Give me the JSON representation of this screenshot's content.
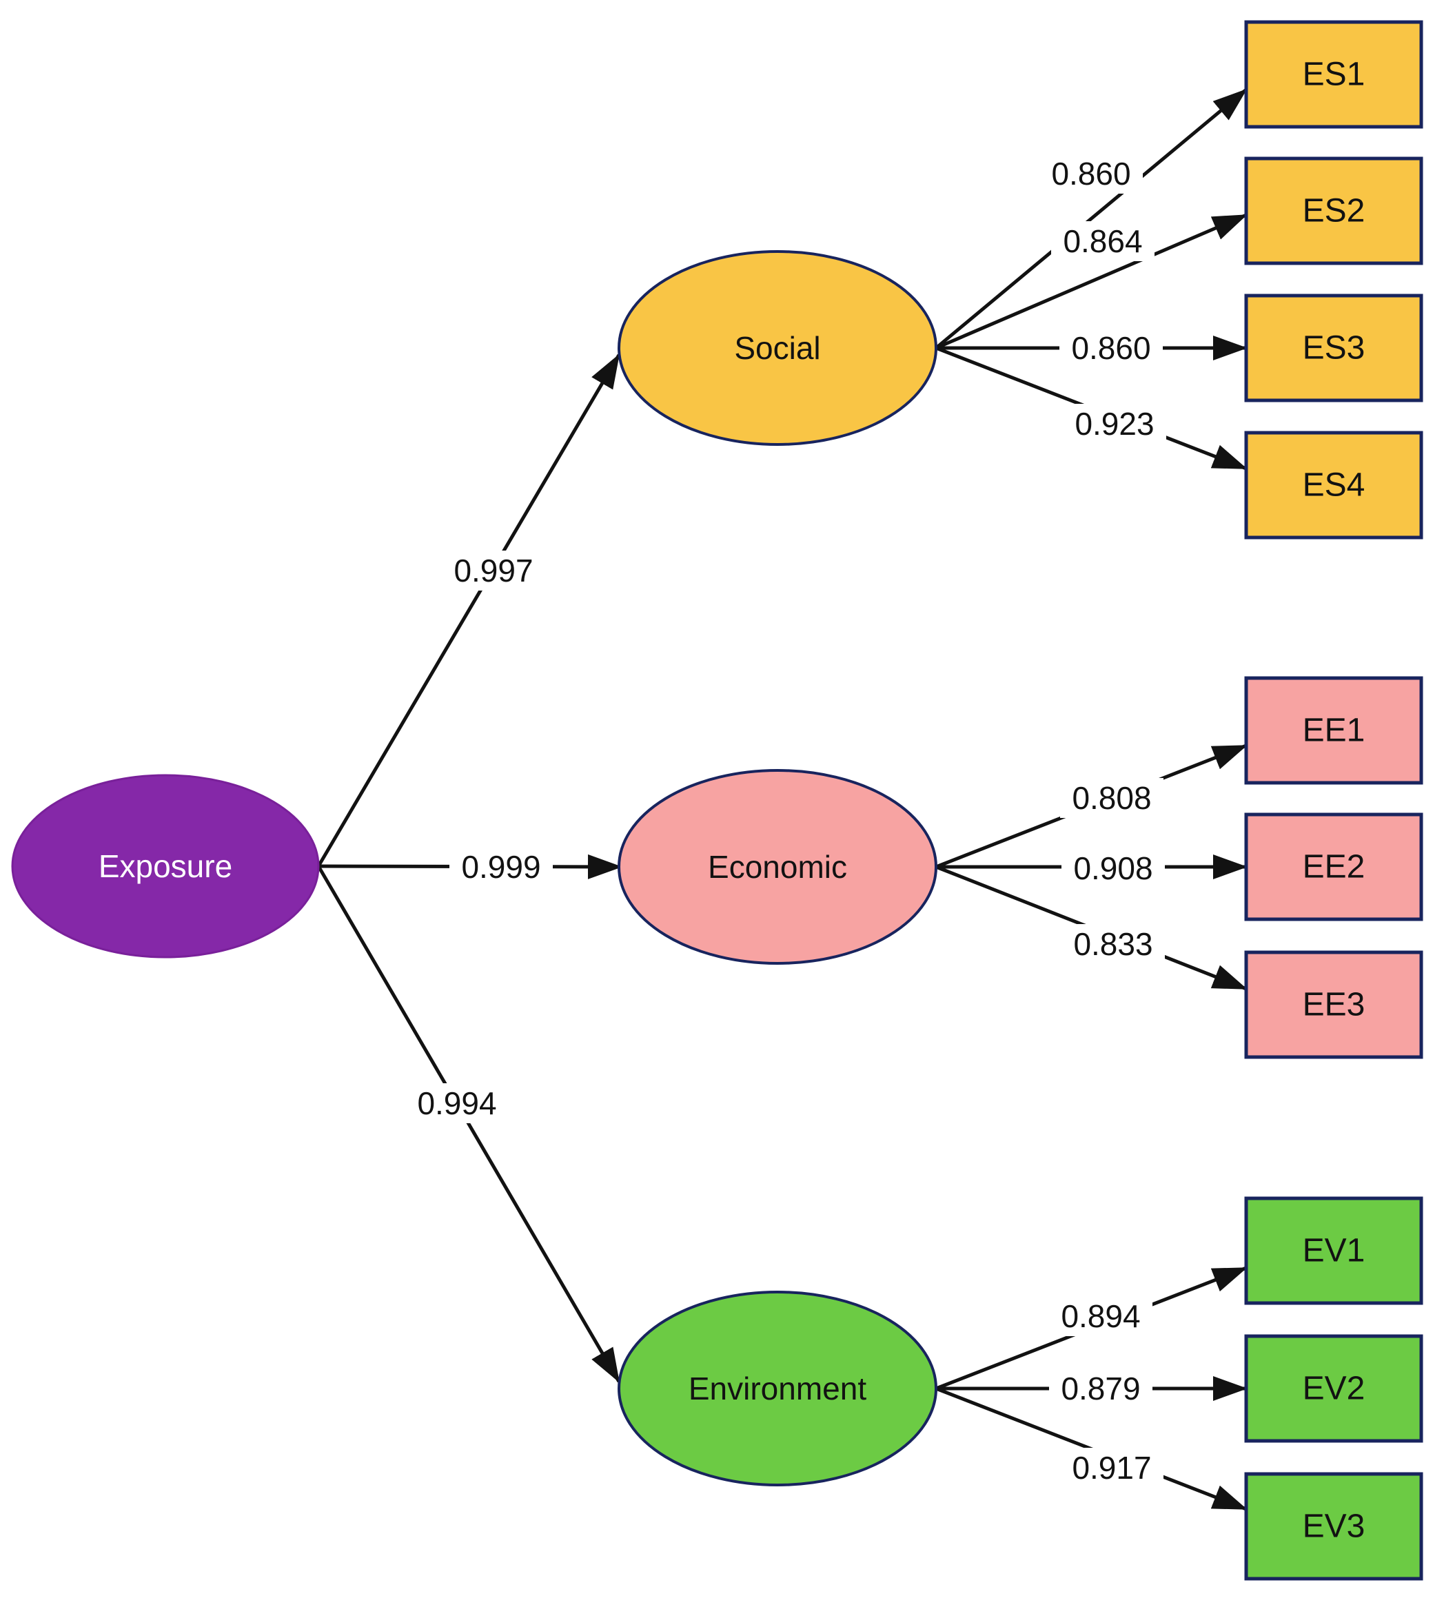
{
  "colors": {
    "background": "#ffffff",
    "line": "#121212",
    "label_background": "#ffffff",
    "label_text": "#121212",
    "navy_border": "#18245E"
  },
  "latent_nodes": [
    {
      "id": "exposure",
      "label": "Exposure",
      "fill": "#8528A8",
      "stroke": "#79209A",
      "text_color": "#ffffff"
    },
    {
      "id": "social",
      "label": "Social",
      "fill": "#F9C545",
      "stroke": "#18245E",
      "text_color": "#121212"
    },
    {
      "id": "economic",
      "label": "Economic",
      "fill": "#F7A3A2",
      "stroke": "#18245E",
      "text_color": "#121212"
    },
    {
      "id": "environment",
      "label": "Environment",
      "fill": "#6CCB44",
      "stroke": "#18245E",
      "text_color": "#121212"
    }
  ],
  "indicator_nodes": [
    {
      "id": "ES1",
      "label": "ES1",
      "group": "social"
    },
    {
      "id": "ES2",
      "label": "ES2",
      "group": "social"
    },
    {
      "id": "ES3",
      "label": "ES3",
      "group": "social"
    },
    {
      "id": "ES4",
      "label": "ES4",
      "group": "social"
    },
    {
      "id": "EE1",
      "label": "EE1",
      "group": "economic"
    },
    {
      "id": "EE2",
      "label": "EE2",
      "group": "economic"
    },
    {
      "id": "EE3",
      "label": "EE3",
      "group": "economic"
    },
    {
      "id": "EV1",
      "label": "EV1",
      "group": "environment"
    },
    {
      "id": "EV2",
      "label": "EV2",
      "group": "environment"
    },
    {
      "id": "EV3",
      "label": "EV3",
      "group": "environment"
    }
  ],
  "structural_paths": [
    {
      "from": "exposure",
      "to": "social",
      "value": "0.997"
    },
    {
      "from": "exposure",
      "to": "economic",
      "value": "0.999"
    },
    {
      "from": "exposure",
      "to": "environment",
      "value": "0.994"
    }
  ],
  "loading_paths": [
    {
      "from": "social",
      "to": "ES1",
      "value": "0.860"
    },
    {
      "from": "social",
      "to": "ES2",
      "value": "0.864"
    },
    {
      "from": "social",
      "to": "ES3",
      "value": "0.860"
    },
    {
      "from": "social",
      "to": "ES4",
      "value": "0.923"
    },
    {
      "from": "economic",
      "to": "EE1",
      "value": "0.808"
    },
    {
      "from": "economic",
      "to": "EE2",
      "value": "0.908"
    },
    {
      "from": "economic",
      "to": "EE3",
      "value": "0.833"
    },
    {
      "from": "environment",
      "to": "EV1",
      "value": "0.894"
    },
    {
      "from": "environment",
      "to": "EV2",
      "value": "0.879"
    },
    {
      "from": "environment",
      "to": "EV3",
      "value": "0.917"
    }
  ]
}
